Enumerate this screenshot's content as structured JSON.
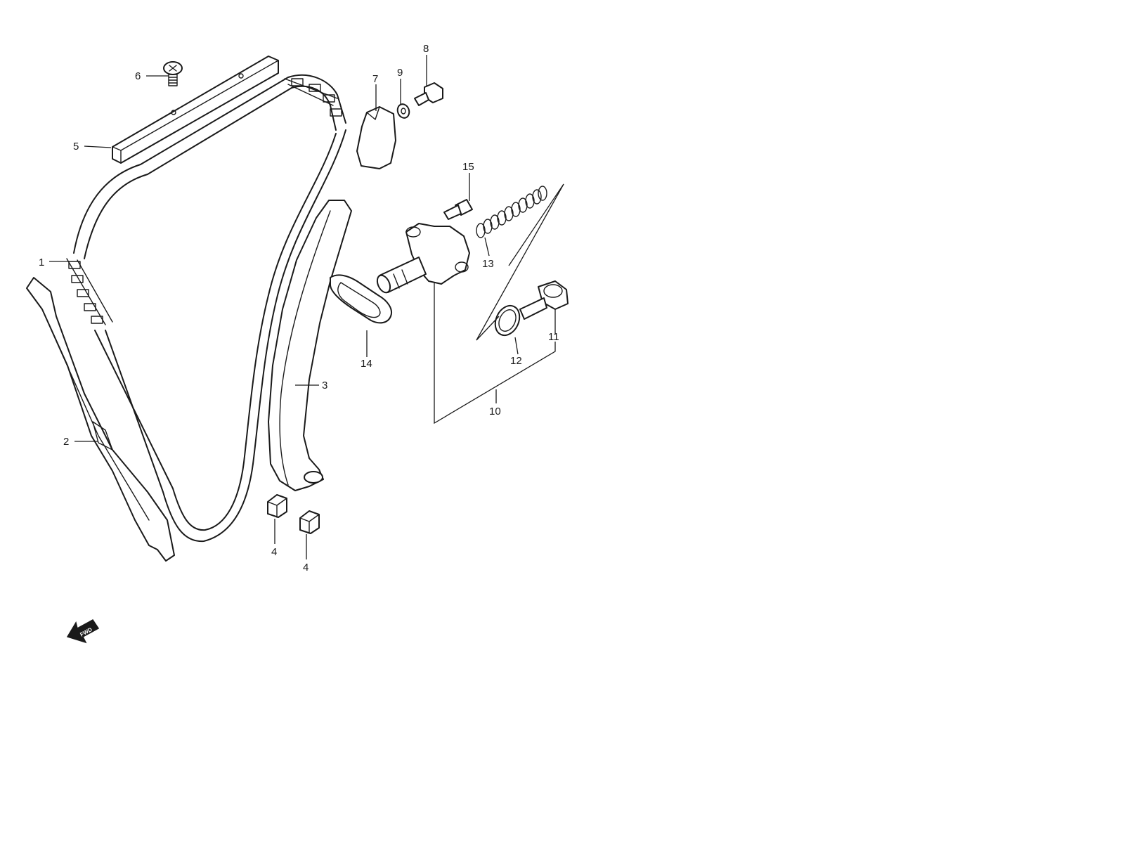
{
  "callouts": [
    {
      "id": "c1",
      "text": "1"
    },
    {
      "id": "c2",
      "text": "2"
    },
    {
      "id": "c3",
      "text": "3"
    },
    {
      "id": "c4a",
      "text": "4"
    },
    {
      "id": "c4b",
      "text": "4"
    },
    {
      "id": "c5",
      "text": "5"
    },
    {
      "id": "c6",
      "text": "6"
    },
    {
      "id": "c7",
      "text": "7"
    },
    {
      "id": "c8",
      "text": "8"
    },
    {
      "id": "c9",
      "text": "9"
    },
    {
      "id": "c10",
      "text": "10"
    },
    {
      "id": "c11",
      "text": "11"
    },
    {
      "id": "c12",
      "text": "12"
    },
    {
      "id": "c13",
      "text": "13"
    },
    {
      "id": "c14",
      "text": "14"
    },
    {
      "id": "c15",
      "text": "15"
    }
  ],
  "fwd_arrow": {
    "label": "FWD",
    "icon": "forward-arrow-icon"
  },
  "colors": {
    "ink": "#1a1a1a",
    "background": "#ffffff"
  }
}
